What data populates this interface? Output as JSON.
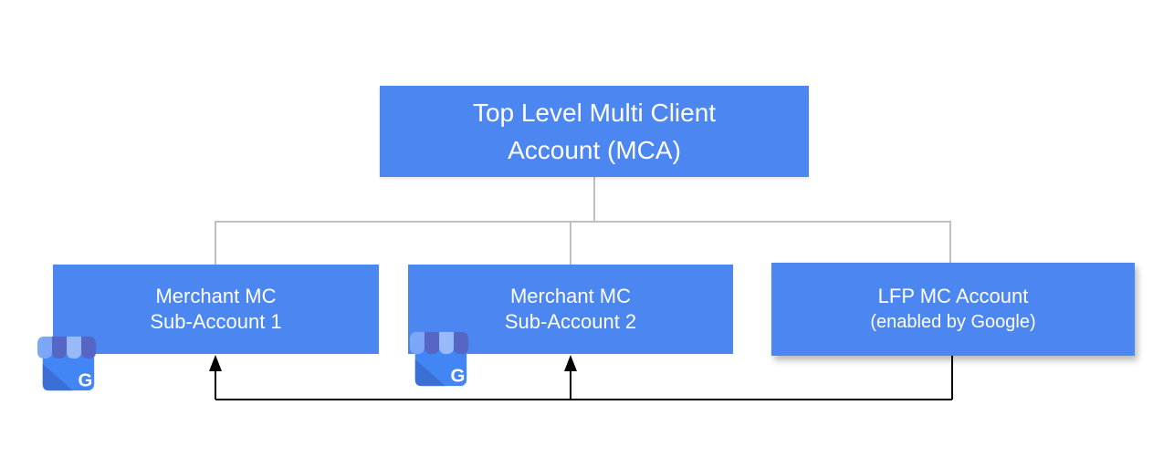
{
  "diagram": {
    "mca": {
      "line1": "Top Level Multi Client",
      "line2": "Account (MCA)"
    },
    "sub_accounts": [
      {
        "line1": "Merchant MC",
        "line2": "Sub-Account 1"
      },
      {
        "line1": "Merchant MC",
        "line2": "Sub-Account 2"
      },
      {
        "line1": "LFP MC Account",
        "line2": "(enabled by Google)"
      }
    ],
    "business_icon": {
      "letter": "G"
    }
  },
  "colors": {
    "box-blue": "#4C86F0",
    "connector-gray": "#BFBFBF",
    "arrow-black": "#000000",
    "text-white": "#FFFFFF",
    "icon-body-blue": "#4285F4",
    "icon-fold-blue": "#3B6FD6",
    "icon-stripe-light": "#7CA7F6",
    "icon-stripe-lighter": "#99BAF9",
    "icon-stripe-dark": "#5566C4"
  }
}
